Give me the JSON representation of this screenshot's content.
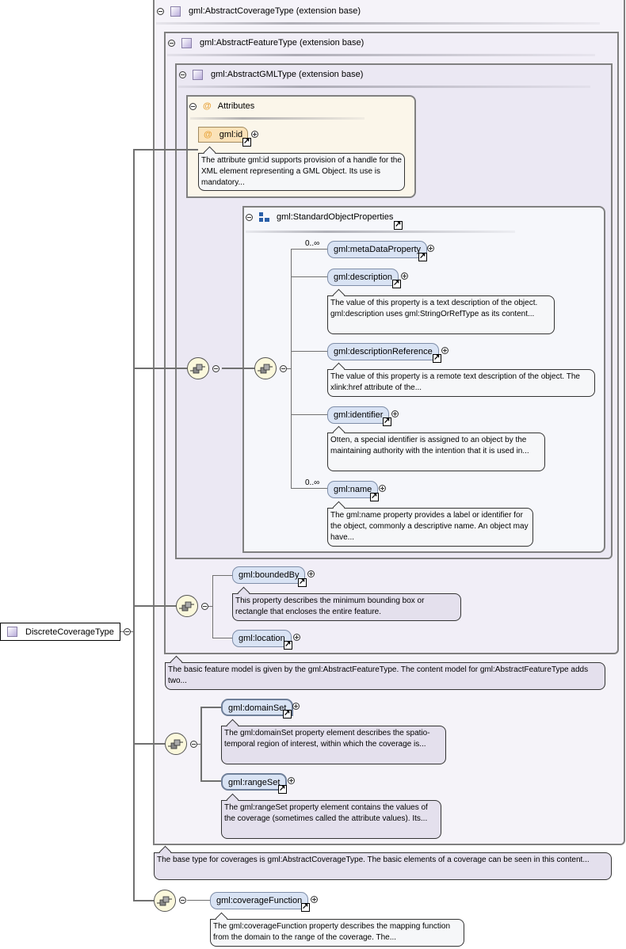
{
  "root": {
    "label": "DiscreteCoverageType",
    "icon": "complex-type-icon"
  },
  "groups": {
    "coverage": {
      "title": "gml:AbstractCoverageType (extension base)",
      "doc": "The base type for coverages is gml:AbstractCoverageType. The basic elements of a coverage can be seen in this content..."
    },
    "feature": {
      "title": "gml:AbstractFeatureType (extension base)",
      "doc": "The basic feature model is given by the gml:AbstractFeatureType. The content model for gml:AbstractFeatureType adds two..."
    },
    "gml": {
      "title": "gml:AbstractGMLType (extension base)"
    },
    "attributes": {
      "title": "Attributes",
      "items": [
        {
          "name": "gml:id",
          "doc": "The attribute gml:id supports provision of a handle for the XML element representing a GML Object. Its use is mandatory..."
        }
      ]
    },
    "standard": {
      "title": "gml:StandardObjectProperties"
    }
  },
  "elements": {
    "metaDataProperty": {
      "name": "gml:metaDataProperty",
      "occurrence": "0..∞"
    },
    "description": {
      "name": "gml:description",
      "doc": "The value of this property is a text description of the object. gml:description uses gml:StringOrRefType as its content..."
    },
    "descriptionReference": {
      "name": "gml:descriptionReference",
      "doc": "The value of this property is a remote text description of the object. The xlink:href attribute of the..."
    },
    "identifier": {
      "name": "gml:identifier",
      "doc": "Often, a special identifier is assigned to an object by the maintaining authority with the intention that it is used in..."
    },
    "name": {
      "name": "gml:name",
      "occurrence": "0..∞",
      "doc": "The gml:name property provides a label or identifier for the object, commonly a descriptive name. An object may have..."
    },
    "boundedBy": {
      "name": "gml:boundedBy",
      "doc": "This property describes the minimum bounding box or rectangle that encloses the entire feature."
    },
    "location": {
      "name": "gml:location"
    },
    "domainSet": {
      "name": "gml:domainSet",
      "doc": "The gml:domainSet property element describes the spatio-temporal region of interest, within which the coverage is..."
    },
    "rangeSet": {
      "name": "gml:rangeSet",
      "doc": "The gml:rangeSet property element contains the values of the coverage (sometimes called the attribute values). Its..."
    },
    "coverageFunction": {
      "name": "gml:coverageFunction",
      "doc": "The gml:coverageFunction property describes the mapping function from the domain to the range of the coverage. The..."
    }
  }
}
